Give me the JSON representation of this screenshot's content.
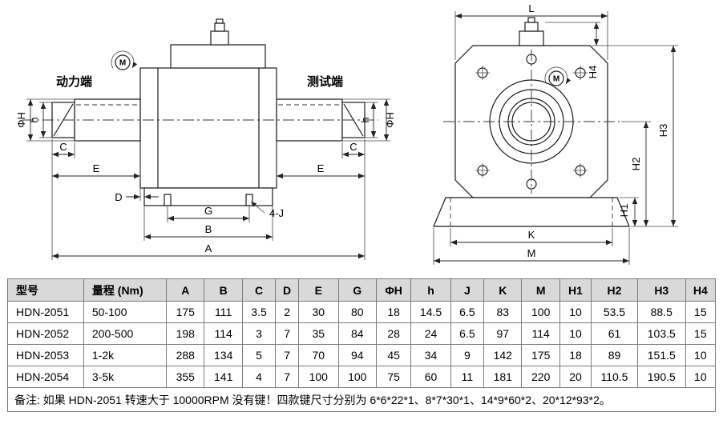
{
  "drawing": {
    "side_view": {
      "power_end": "动力端",
      "test_end": "测试端"
    },
    "torque_mark": "M",
    "dims": {
      "A": "A",
      "B": "B",
      "C": "C",
      "D": "D",
      "E": "E",
      "G": "G",
      "phiH": "ΦH",
      "h": "h",
      "holes": "4-J",
      "L": "L",
      "K": "K",
      "M": "M",
      "H1": "H1",
      "H2": "H2",
      "H3": "H3",
      "H4": "H4"
    }
  },
  "table": {
    "headers": [
      "型号",
      "量程 (Nm)",
      "A",
      "B",
      "C",
      "D",
      "E",
      "G",
      "ΦH",
      "h",
      "J",
      "K",
      "M",
      "H1",
      "H2",
      "H3",
      "H4"
    ],
    "rows": [
      [
        "HDN-2051",
        "50-100",
        "175",
        "111",
        "3.5",
        "2",
        "30",
        "80",
        "18",
        "14.5",
        "6.5",
        "83",
        "100",
        "10",
        "53.5",
        "88.5",
        "15"
      ],
      [
        "HDN-2052",
        "200-500",
        "198",
        "114",
        "3",
        "7",
        "35",
        "84",
        "28",
        "24",
        "6.5",
        "97",
        "114",
        "10",
        "61",
        "103.5",
        "15"
      ],
      [
        "HDN-2053",
        "1-2k",
        "288",
        "134",
        "5",
        "7",
        "70",
        "94",
        "45",
        "34",
        "9",
        "142",
        "175",
        "18",
        "89",
        "151.5",
        "10"
      ],
      [
        "HDN-2054",
        "3-5k",
        "355",
        "141",
        "4",
        "7",
        "100",
        "100",
        "75",
        "60",
        "11",
        "181",
        "220",
        "20",
        "110.5",
        "190.5",
        "10"
      ]
    ],
    "note": "备注: 如果 HDN-2051 转速大于 10000RPM 没有键！四款键尺寸分别为 6*6*22*1、8*7*30*1、14*9*60*2、20*12*93*2。"
  },
  "colors": {
    "header_bg": "#d9d9d9",
    "line": "#1a1a1a"
  }
}
